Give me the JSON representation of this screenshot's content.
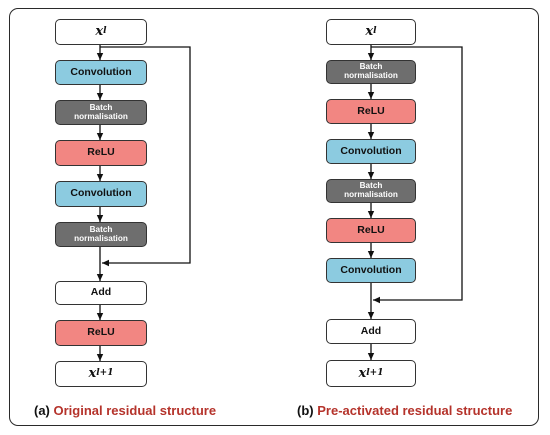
{
  "left_panel": {
    "caption_tag": "(a)",
    "caption_title": "Original residual structure",
    "input_label": "x",
    "input_sub": "l",
    "output_label": "x",
    "output_sub": "l+1",
    "blocks": [
      "Convolution",
      "Batch normalisation",
      "ReLU",
      "Convolution",
      "Batch normalisation"
    ],
    "add_label": "Add",
    "post_relu_label": "ReLU"
  },
  "right_panel": {
    "caption_tag": "(b)",
    "caption_title": "Pre-activated residual structure",
    "input_label": "x",
    "input_sub": "l",
    "output_label": "x",
    "output_sub": "l+1",
    "blocks": [
      "Batch normalisation",
      "ReLU",
      "Convolution",
      "Batch normalisation",
      "ReLU",
      "Convolution"
    ],
    "add_label": "Add"
  },
  "colors": {
    "convolution": "#8ccbe0",
    "batch_norm": "#6e6e6e",
    "relu": "#f28682",
    "io": "#ffffff",
    "caption_title": "#b5332b"
  }
}
